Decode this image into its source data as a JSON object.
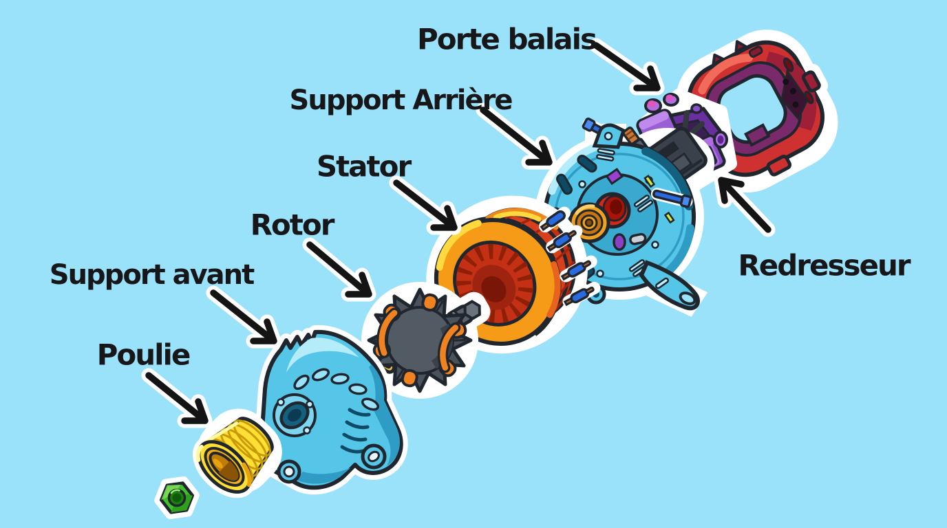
{
  "scene": {
    "description": "Cartoon exploded-view diagram of a car alternator with French part labels",
    "background_color": "#9ae1fa"
  },
  "labels": [
    {
      "id": "porte-balais",
      "text": "Porte balais"
    },
    {
      "id": "support-arriere",
      "text": "Support Arrière"
    },
    {
      "id": "stator",
      "text": "Stator"
    },
    {
      "id": "rotor",
      "text": "Rotor"
    },
    {
      "id": "support-avant",
      "text": "Support avant"
    },
    {
      "id": "poulie",
      "text": "Poulie"
    },
    {
      "id": "redresseur",
      "text": "Redresseur"
    }
  ],
  "colors": {
    "background": "#9ae1fa",
    "label_text": "#17171a",
    "arrow_black": "#141414",
    "arrow_outline": "#ffffff",
    "part_outline": "#20262e",
    "sticker_outline": "#ffffff",
    "nut_green": "#3fbf2a",
    "pulley_yellow": "#ffdf33",
    "housing_blue": "#56c6e8",
    "rotor_gray": "#4a525c",
    "winding_orange": "#f08320",
    "stator_orange": "#f59b18",
    "stator_red": "#d8401c",
    "bearing_orange": "#f0a01e",
    "center_red": "#d42818",
    "bolt_blue": "#2a6ae0",
    "brush_holder_purple": "#9a5fd4",
    "rear_cover_red": "#cf3030",
    "rear_cover_purple": "#7a2a6a"
  }
}
